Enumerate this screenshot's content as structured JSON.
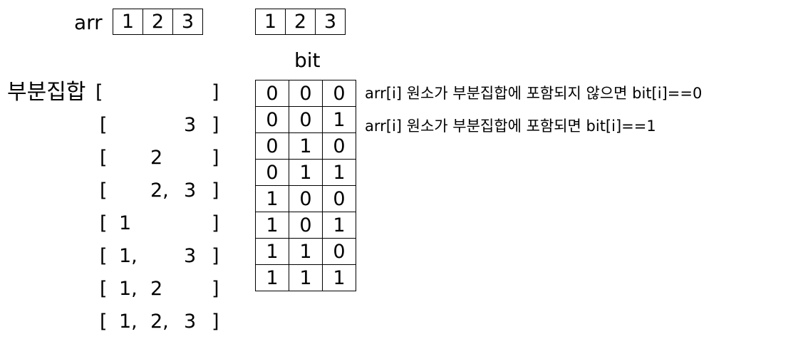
{
  "arr": {
    "label": "arr",
    "values": [
      "1",
      "2",
      "3"
    ]
  },
  "bit_header": {
    "values": [
      "1",
      "2",
      "3"
    ],
    "label": "bit"
  },
  "subset": {
    "title": "부분집합",
    "open": "[",
    "close": "]",
    "rows": [
      {
        "items": [
          "",
          "",
          ""
        ]
      },
      {
        "items": [
          "",
          "",
          "3"
        ]
      },
      {
        "items": [
          "",
          "2",
          ""
        ]
      },
      {
        "items": [
          "",
          "2,",
          "3"
        ]
      },
      {
        "items": [
          "1",
          "",
          ""
        ]
      },
      {
        "items": [
          "1,",
          "",
          "3"
        ]
      },
      {
        "items": [
          "1,",
          "2",
          ""
        ]
      },
      {
        "items": [
          "1,",
          "2,",
          "3"
        ]
      }
    ]
  },
  "bit_table": [
    [
      "0",
      "0",
      "0"
    ],
    [
      "0",
      "0",
      "1"
    ],
    [
      "0",
      "1",
      "0"
    ],
    [
      "0",
      "1",
      "1"
    ],
    [
      "1",
      "0",
      "0"
    ],
    [
      "1",
      "0",
      "1"
    ],
    [
      "1",
      "1",
      "0"
    ],
    [
      "1",
      "1",
      "1"
    ]
  ],
  "notes": {
    "excluded": "arr[i] 원소가 부분집합에 포함되지 않으면 bit[i]==0",
    "included": "arr[i] 원소가 부분집합에 포함되면 bit[i]==1"
  }
}
